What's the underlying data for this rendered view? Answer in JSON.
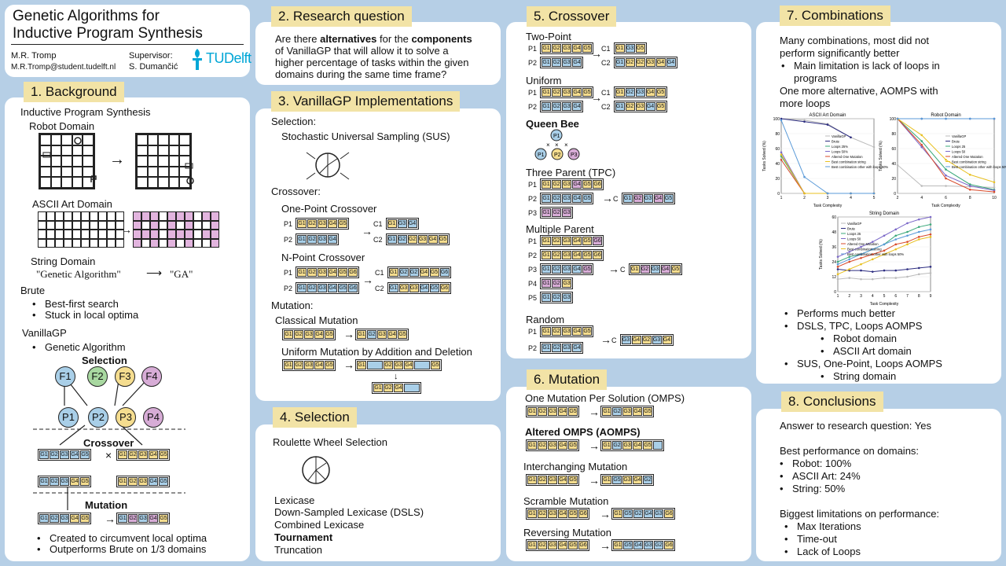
{
  "title": {
    "line1": "Genetic Algorithms for",
    "line2": "Inductive Program Synthesis"
  },
  "authors": {
    "name": "M.R. Tromp",
    "email": "M.R.Tromp@student.tudelft.nl",
    "supervisor_label": "Supervisor:",
    "supervisor": "S. Dumančić",
    "logo_text": "TUDelft"
  },
  "background": {
    "header": "1. Background",
    "subtitle": "Inductive Program  Synthesis",
    "robot_domain": "Robot Domain",
    "ascii_domain": "ASCII Art Domain",
    "string_domain": "String Domain",
    "string_example_in": "\"Genetic Algorithm\"",
    "string_example_out": "\"GA\"",
    "brute": "Brute",
    "brute_points": [
      "Best-first search",
      "Stuck in local optima"
    ],
    "vanilla": "VanillaGP",
    "vanilla_points": [
      "Genetic Algorithm"
    ],
    "selection_label": "Selection",
    "crossover_label": "Crossover",
    "mutation_label": "Mutation",
    "nodes_f": [
      "F1",
      "F2",
      "F3",
      "F4"
    ],
    "nodes_p": [
      "P1",
      "P2",
      "P3",
      "P4"
    ],
    "points": [
      "Created to circumvent local optima",
      "Outperforms Brute on 1/3 domains"
    ]
  },
  "research": {
    "header": "2. Research question",
    "text_lines": [
      "Are there alternatives  for the components",
      "of VanillaGP that will allow it to solve a",
      "higher percentage of tasks within the given",
      "domains during the same time frame?"
    ],
    "bold_words": [
      "alternatives",
      "components"
    ]
  },
  "vanilla_impl": {
    "header": "3. VanillaGP Implementations",
    "selection": "Selection:",
    "sus": "Stochastic Universal Sampling (SUS)",
    "crossover": "Crossover:",
    "one_point": "One-Point Crossover",
    "n_point": "N-Point Crossover",
    "mutation": "Mutation:",
    "classical": "Classical Mutation",
    "uniform": "Uniform Mutation by Addition and Deletion"
  },
  "selection": {
    "header": "4. Selection",
    "roulette": "Roulette Wheel Selection",
    "items": [
      "Lexicase",
      "Down-Sampled  Lexicase  (DSLS)",
      "Combined  Lexicase",
      "Tournament",
      "Truncation"
    ]
  },
  "crossover": {
    "header": "5. Crossover",
    "two_point": "Two-Point",
    "uniform": "Uniform",
    "queen_bee": "Queen Bee",
    "three_parent": "Three Parent (TPC)",
    "multiple_parent": "Multiple  Parent",
    "random": "Random"
  },
  "mutation": {
    "header": "6. Mutation",
    "omps": "One Mutation  Per Solution  (OMPS)",
    "aomps": "Altered OMPS (AOMPS)",
    "interchanging": "Interchanging  Mutation",
    "scramble": "Scramble  Mutation",
    "reversing": "Reversing  Mutation"
  },
  "combinations": {
    "header": "7. Combinations",
    "intro_lines": [
      "Many combinations,  most did not",
      "perform  significantly  better"
    ],
    "limit_lines": [
      "Main limitation  is lack of loops in",
      "programs"
    ],
    "more_lines": [
      "One more alternative, AOMPS with",
      "more loops"
    ],
    "results": [
      "Performs  much better",
      "DSLS, TPC, Loops AOMPS",
      "Robot domain",
      "ASCII  Art domain",
      "SUS, One-Point, Loops AOMPS",
      "String domain"
    ]
  },
  "conclusions": {
    "header": "8. Conclusions",
    "answer": "Answer to research question:  Yes",
    "best_title": "Best performance  on domains:",
    "best": [
      "Robot:  100%",
      "ASCII Art:  24%",
      "String:  50%"
    ],
    "limits_title": "Biggest limitations  on performance:",
    "limits": [
      "Max Iterations",
      "Time-out",
      "Lack of Loops"
    ]
  },
  "chart_data": [
    {
      "type": "line",
      "title": "ASCII Art Domain",
      "xlabel": "Task Complexity",
      "ylabel": "Tasks Solved (%)",
      "x": [
        1,
        2,
        3,
        4,
        5
      ],
      "ylim": [
        0,
        100
      ],
      "series": [
        {
          "name": "VanillaGP",
          "values": [
            100,
            98,
            93,
            75,
            62
          ],
          "color": "#bbbbbb"
        },
        {
          "name": "Brute",
          "values": [
            100,
            96,
            92,
            75,
            null
          ],
          "color": "#2c2c80"
        },
        {
          "name": "Loops 25%",
          "values": [
            50,
            0,
            0,
            0,
            0
          ],
          "color": "#3aa87a"
        },
        {
          "name": "Loops 50%",
          "values": [
            55,
            0,
            0,
            0,
            0
          ],
          "color": "#7b68c8"
        },
        {
          "name": "Altered One Mutation",
          "values": [
            45,
            0,
            0,
            0,
            0
          ],
          "color": "#d84a2a"
        },
        {
          "name": "Best combination string",
          "values": [
            52,
            0,
            0,
            0,
            0
          ],
          "color": "#e8c020"
        },
        {
          "name": "Best combination other with loops 50%",
          "values": [
            98,
            22,
            0,
            0,
            0
          ],
          "color": "#5a9ad8"
        }
      ]
    },
    {
      "type": "line",
      "title": "Robot Domain",
      "xlabel": "Task Complexity",
      "ylabel": "Tasks Solved (%)",
      "x": [
        2,
        4,
        6,
        8,
        10
      ],
      "ylim": [
        0,
        100
      ],
      "series": [
        {
          "name": "VanillaGP",
          "values": [
            38,
            10,
            10,
            9,
            8
          ],
          "color": "#bbbbbb"
        },
        {
          "name": "Brute",
          "values": [
            100,
            100,
            100,
            100,
            100
          ],
          "color": "#2c2c80"
        },
        {
          "name": "Loops 25",
          "values": [
            100,
            70,
            32,
            12,
            5
          ],
          "color": "#3aa87a"
        },
        {
          "name": "Loops 50",
          "values": [
            100,
            62,
            24,
            10,
            4
          ],
          "color": "#7b68c8"
        },
        {
          "name": "Altered One Mutation",
          "values": [
            100,
            65,
            20,
            5,
            2
          ],
          "color": "#d84a2a"
        },
        {
          "name": "Best combination string",
          "values": [
            100,
            78,
            45,
            25,
            15
          ],
          "color": "#e8c020"
        },
        {
          "name": "Best combination other with loops 50%",
          "values": [
            100,
            100,
            100,
            100,
            100
          ],
          "color": "#5a9ad8"
        }
      ]
    },
    {
      "type": "line",
      "title": "String Domain",
      "xlabel": "Task Complexity",
      "ylabel": "Tasks Solved (%)",
      "x": [
        1,
        2,
        3,
        4,
        5,
        6,
        7,
        8,
        9
      ],
      "ylim": [
        0,
        60
      ],
      "series": [
        {
          "name": "VanillaGP",
          "values": [
            10,
            11,
            10,
            10,
            11,
            11,
            12,
            14,
            15
          ],
          "color": "#bbbbbb"
        },
        {
          "name": "Brute",
          "values": [
            18,
            17,
            17,
            16,
            17,
            17,
            18,
            19,
            20
          ],
          "color": "#2c2c80"
        },
        {
          "name": "Loops 25",
          "values": [
            24,
            28,
            30,
            34,
            38,
            45,
            48,
            52,
            54
          ],
          "color": "#3aa87a"
        },
        {
          "name": "Loops 50",
          "values": [
            28,
            32,
            36,
            40,
            45,
            50,
            55,
            58,
            60
          ],
          "color": "#7b68c8"
        },
        {
          "name": "Altered One Mutation",
          "values": [
            20,
            24,
            27,
            30,
            33,
            38,
            40,
            44,
            46
          ],
          "color": "#d84a2a"
        },
        {
          "name": "Best combination string",
          "values": [
            14,
            18,
            22,
            26,
            30,
            34,
            38,
            42,
            44
          ],
          "color": "#e8c020"
        },
        {
          "name": "Best combination other with loops 50%",
          "values": [
            22,
            26,
            30,
            34,
            38,
            42,
            45,
            48,
            50
          ],
          "color": "#5a9ad8"
        }
      ]
    }
  ]
}
